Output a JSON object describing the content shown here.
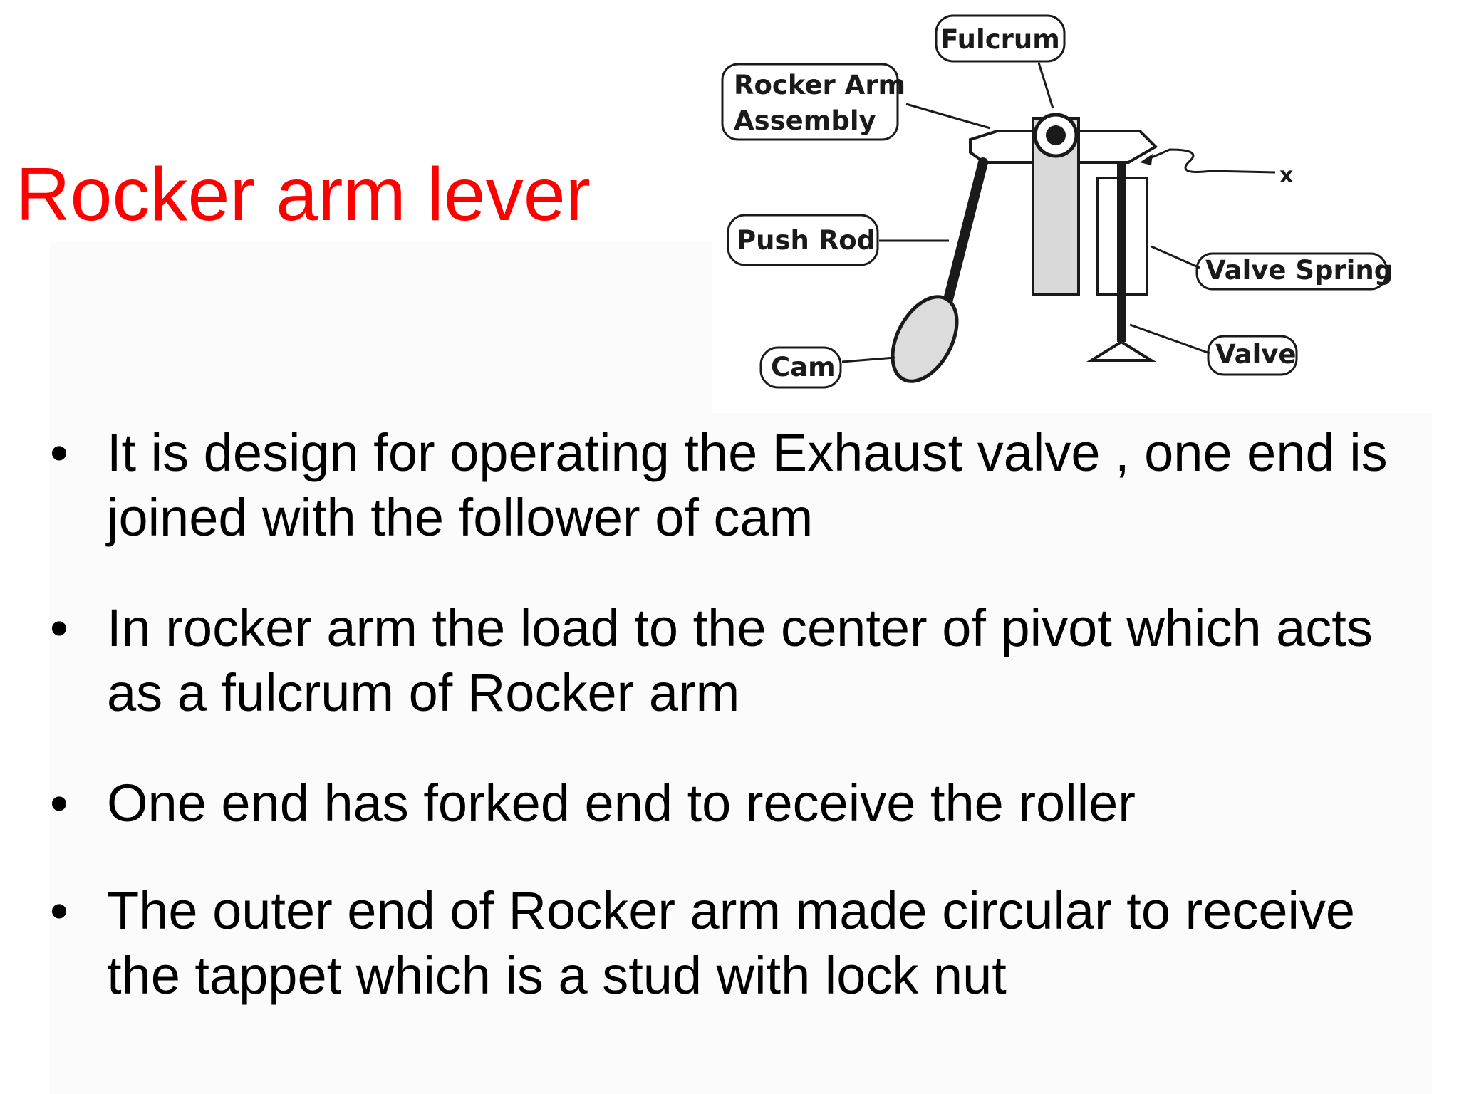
{
  "slide": {
    "title": "Rocker arm lever",
    "bullets": [
      "It is design for operating the Exhaust valve , one end is joined with the follower of cam",
      "In rocker arm the load to the center of pivot which acts as a fulcrum of Rocker arm",
      "One end has forked end to receive the roller",
      "The outer end of Rocker arm made circular to receive the tappet which is a stud with lock nut"
    ]
  },
  "diagram": {
    "labels": {
      "fulcrum": "Fulcrum",
      "rocker_arm_line1": "Rocker Arm",
      "rocker_arm_line2": "Assembly",
      "push_rod": "Push Rod",
      "valve_spring": "Valve Spring",
      "valve": "Valve",
      "cam": "Cam",
      "marker": "x"
    },
    "colors": {
      "ink": "#1a1a1a",
      "guide_fill": "#d9d9d9",
      "cam_fill": "#dcdcdc"
    }
  }
}
